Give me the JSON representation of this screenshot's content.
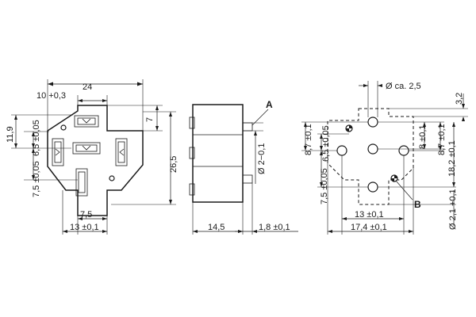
{
  "top_view": {
    "dim_width": "24",
    "dim_offset": "10 +0,3",
    "dim_height_right": "7",
    "dim_total_height": "26,5",
    "dim_left_upper": "11,9",
    "dim_left_mid": "6,5 ±0,05",
    "dim_left_lower": "7,5 ±0,05",
    "dim_bottom_inner": "7,5",
    "dim_bottom_outer": "13 ±0,1"
  },
  "side_view": {
    "label_a": "A",
    "dim_pin": "Ø 2−0,1",
    "dim_depth": "14,5",
    "dim_pin_length": "1,8 ±0,1"
  },
  "pcb_view": {
    "dim_hole_dia": "Ø ca. 2,5",
    "dim_top_offset": "3,2",
    "dim_left_a": "8,7 ±0,1",
    "dim_left_b": "6,5 ±0,05",
    "dim_left_c": "7,5 ±0,05",
    "dim_right_a": "8 ±0,1",
    "dim_right_b": "8,7 ±0,1",
    "dim_right_c": "18,2 ±0,1",
    "dim_right_d": "Ø 2,1 +0,1",
    "label_b": "B",
    "dim_bottom_inner": "13 ±0,1",
    "dim_bottom_outer": "17,4 ±0,1"
  }
}
